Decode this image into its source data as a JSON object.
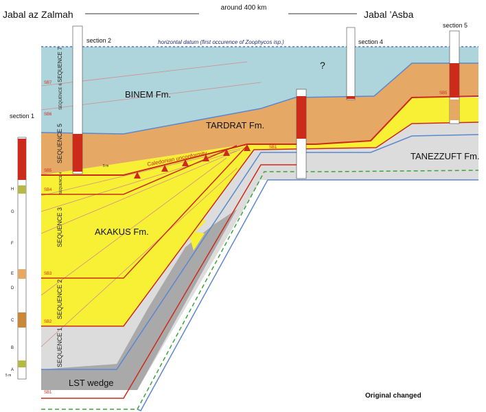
{
  "header": {
    "left_title": "Jabal az Zalmah",
    "right_title": "Jabal ’Asba",
    "distance_label": "around 400 km"
  },
  "sections": {
    "s1": "section 1",
    "s2": "section 2",
    "s4": "section 4",
    "s5": "section 5"
  },
  "datum_label": "horizontal datum (first occurence of Zoophycos isp.)",
  "question_mark": "?",
  "formations": {
    "binem": "BINEM Fm.",
    "tardrat": "TARDRAT Fm.",
    "akakus": "AKAKUS Fm.",
    "tanezzuft": "TANEZZUFT Fm.",
    "lst_wedge": "LST wedge"
  },
  "unconformity_label": "Caledonian unconformity",
  "sequences": {
    "seq1": "SEQUENCE 1",
    "seq2": "SEQUENCE 2",
    "seq3": "SEQUENCE 3",
    "seq4": "SEQUENCE 4",
    "seq5": "SEQUENCE 5",
    "seq6": "SEQUENCE 6",
    "seq7": "SEQUENCE 7"
  },
  "boundaries": {
    "sb1": "SB1",
    "sb2": "SB2",
    "sb3": "SB3",
    "sb4": "SB4",
    "sb5": "SB5",
    "sb6": "SB6",
    "sb7": "SB7",
    "sb1_right": "SB1",
    "sb5_right": "SB5"
  },
  "scale_label": "5 m",
  "section1_markers": [
    "H",
    "G",
    "F",
    "E",
    "D",
    "C",
    "B",
    "A"
  ],
  "footer_note": "Original changed",
  "colors": {
    "binem": "#aed4dc",
    "tardrat": "#e5a865",
    "akakus": "#f7f034",
    "tanezzuft": "#dcdcdc",
    "lst": "#a9a9a9",
    "boundary_red": "#cc2a1a",
    "base_blue": "#5b87cf",
    "dashed_green": "#3aa43a",
    "datum_blue": "#5b73c9"
  }
}
